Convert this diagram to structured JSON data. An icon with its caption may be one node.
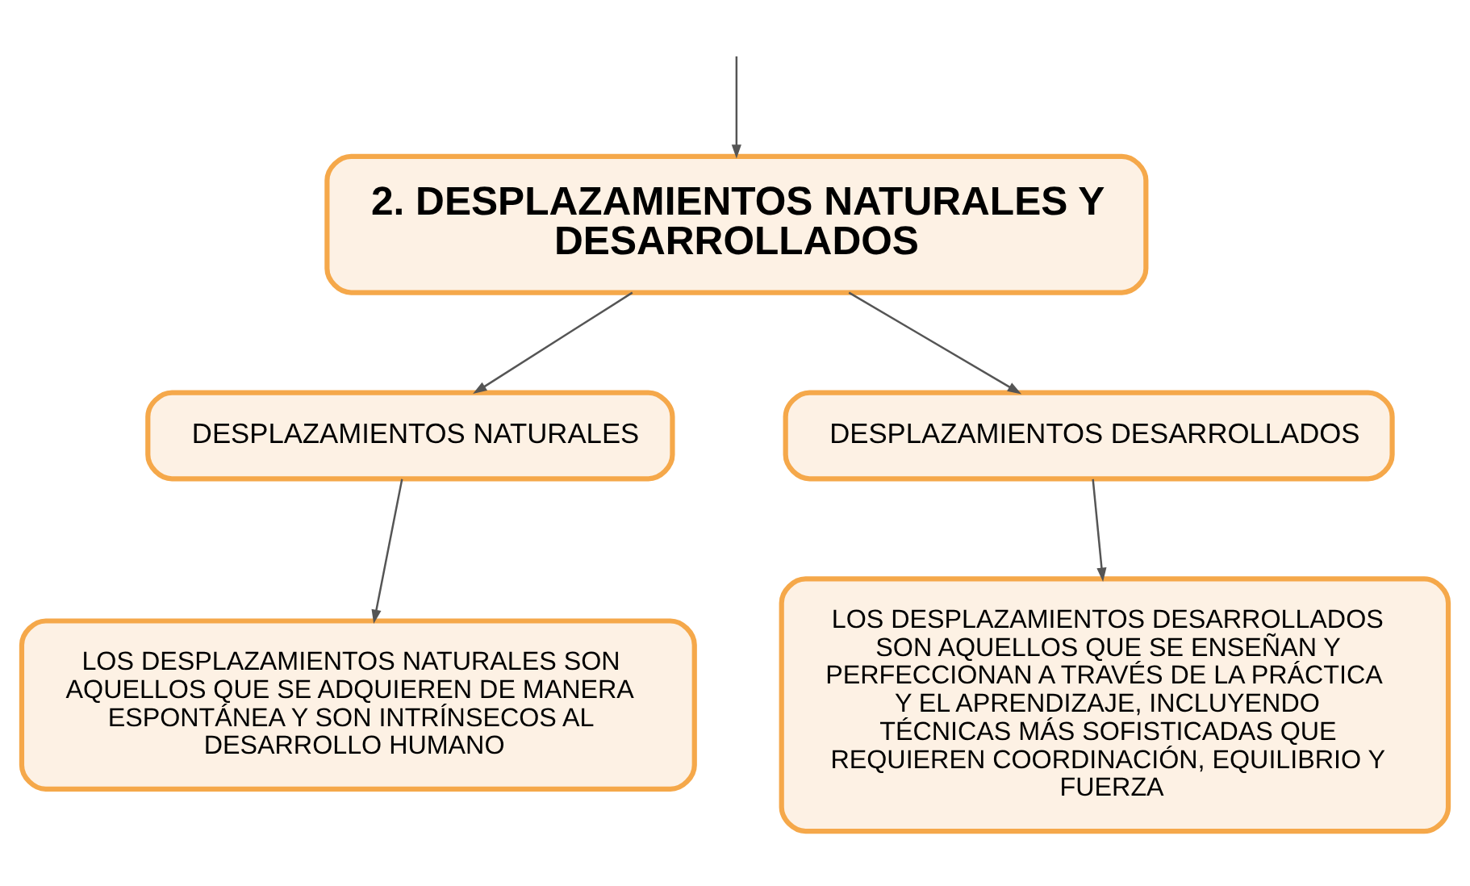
{
  "diagram": {
    "nodes": [
      {
        "text": [
          "2. DESPLAZAMIENTOS NATURALES Y DESARROLLADOS"
        ]
      },
      {
        "text": [
          "DESPLAZAMIENTOS NATURALES"
        ]
      },
      {
        "text": [
          "DESPLAZAMIENTOS DESARROLLADOS"
        ]
      },
      {
        "text": [
          "LOS DESPLAZAMIENTOS NATURALES SON AQUELLOS QUE SE ADQUIEREN DE MANERA ESPONTÁNEA Y SON INTRÍNSECOS AL DESARROLLO HUMANO"
        ]
      },
      {
        "text": [
          "LOS DESPLAZAMIENTOS DESARROLLADOS SON AQUELLOS QUE SE ENSEÑAN Y PERFECCIONAN A TRAVÉS DE LA PRÁCTICA Y EL APRENDIZAJE, INCLUYENDO TÉCNICAS MÁS SOFISTICADAS QUE REQUIEREN COORDINACIÓN, EQUILIBRIO Y FUERZA"
        ]
      }
    ],
    "edges": [
      {
        "from": null,
        "to": 0,
        "arrow": "to"
      },
      {
        "from": 0,
        "to": 1,
        "arrow": "to"
      },
      {
        "from": 0,
        "to": 2,
        "arrow": "to"
      },
      {
        "from": 1,
        "to": 3,
        "arrow": "to"
      },
      {
        "from": 2,
        "to": 4,
        "arrow": "to"
      }
    ]
  }
}
